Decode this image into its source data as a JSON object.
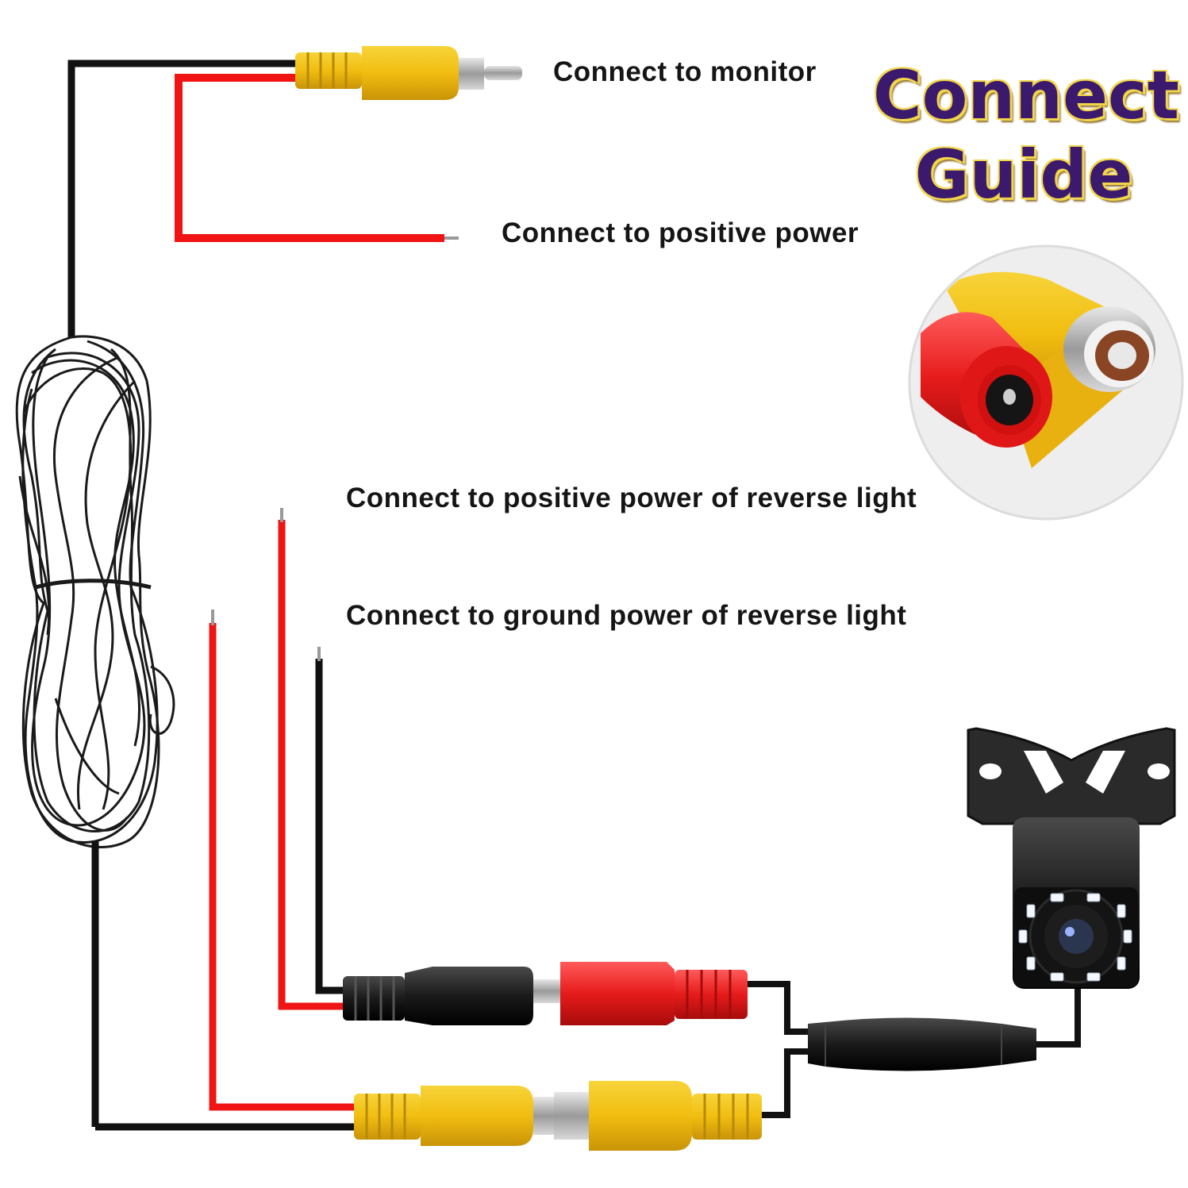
{
  "labels": {
    "monitor": "Connect to monitor",
    "positive_power": "Connect to positive power",
    "reverse_positive": "Connect to positive power of reverse light",
    "reverse_ground": "Connect to ground power of reverse light"
  },
  "title": {
    "line1": "Connect",
    "line2": "Guide"
  },
  "colors": {
    "wire_red": "#f01414",
    "wire_black": "#111111",
    "rca_yellow": "#f3c51a",
    "title_fill": "#3b1a6e",
    "title_outline": "#f2d64a"
  },
  "icons": [
    "rca-plug-icon",
    "dc-power-socket-icon",
    "rca-socket-icon",
    "dc-plug-icon",
    "backup-camera-icon",
    "cable-coil-icon"
  ]
}
